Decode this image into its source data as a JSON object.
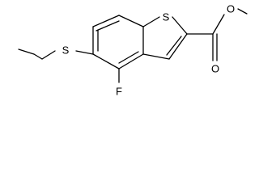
{
  "molecule": {
    "atoms": {
      "sulfur_ring": "S",
      "fluorine": "F",
      "sulfur_methylthio": "S",
      "oxygen_carbonyl": "O",
      "oxygen_ester": "O"
    }
  }
}
